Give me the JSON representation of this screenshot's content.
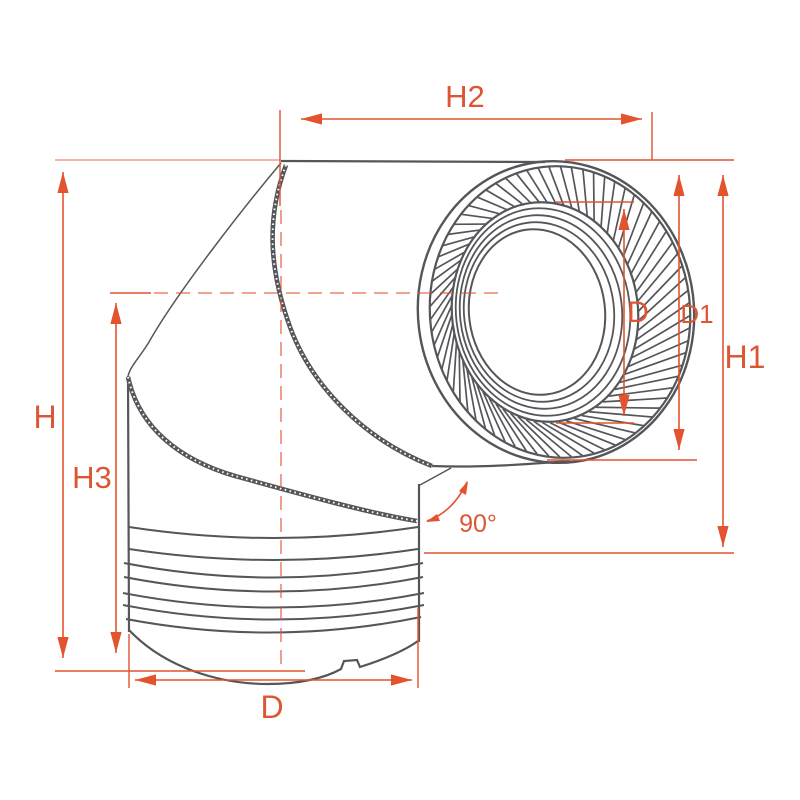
{
  "colors": {
    "accent": "#E2532E",
    "label_text": "#DD5634",
    "drawing_line": "#54565A",
    "background": "#FFFFFF"
  },
  "labels": {
    "h2": "H2",
    "h1": "H1",
    "d1": "D1",
    "d_face": "D",
    "d_bottom": "D",
    "h": "H",
    "h3": "H3",
    "angle": "90°"
  }
}
